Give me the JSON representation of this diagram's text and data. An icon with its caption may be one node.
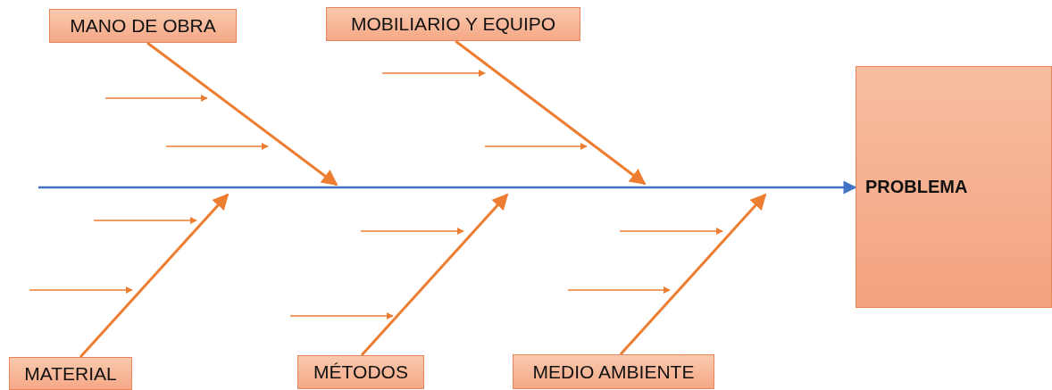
{
  "diagram": {
    "nodes": [
      {
        "text": [
          "MANO DE OBRA"
        ]
      },
      {
        "text": [
          "MOBILIARIO Y EQUIPO"
        ]
      },
      {
        "text": [
          "MATERIAL"
        ]
      },
      {
        "text": [
          "MÉTODOS"
        ]
      },
      {
        "text": [
          "MEDIO AMBIENTE"
        ]
      },
      {
        "text": [
          "PROBLEMA"
        ]
      }
    ],
    "edges": [
      {
        "from": null,
        "to": 5,
        "arrow": "to",
        "color": "#4472c4"
      },
      {
        "from": 0,
        "to": null,
        "arrow": "to"
      },
      {
        "from": 1,
        "to": null,
        "arrow": "to"
      },
      {
        "from": 2,
        "to": null,
        "arrow": "to"
      },
      {
        "from": 3,
        "to": null,
        "arrow": "to"
      },
      {
        "from": 4,
        "to": null,
        "arrow": "to"
      }
    ]
  }
}
